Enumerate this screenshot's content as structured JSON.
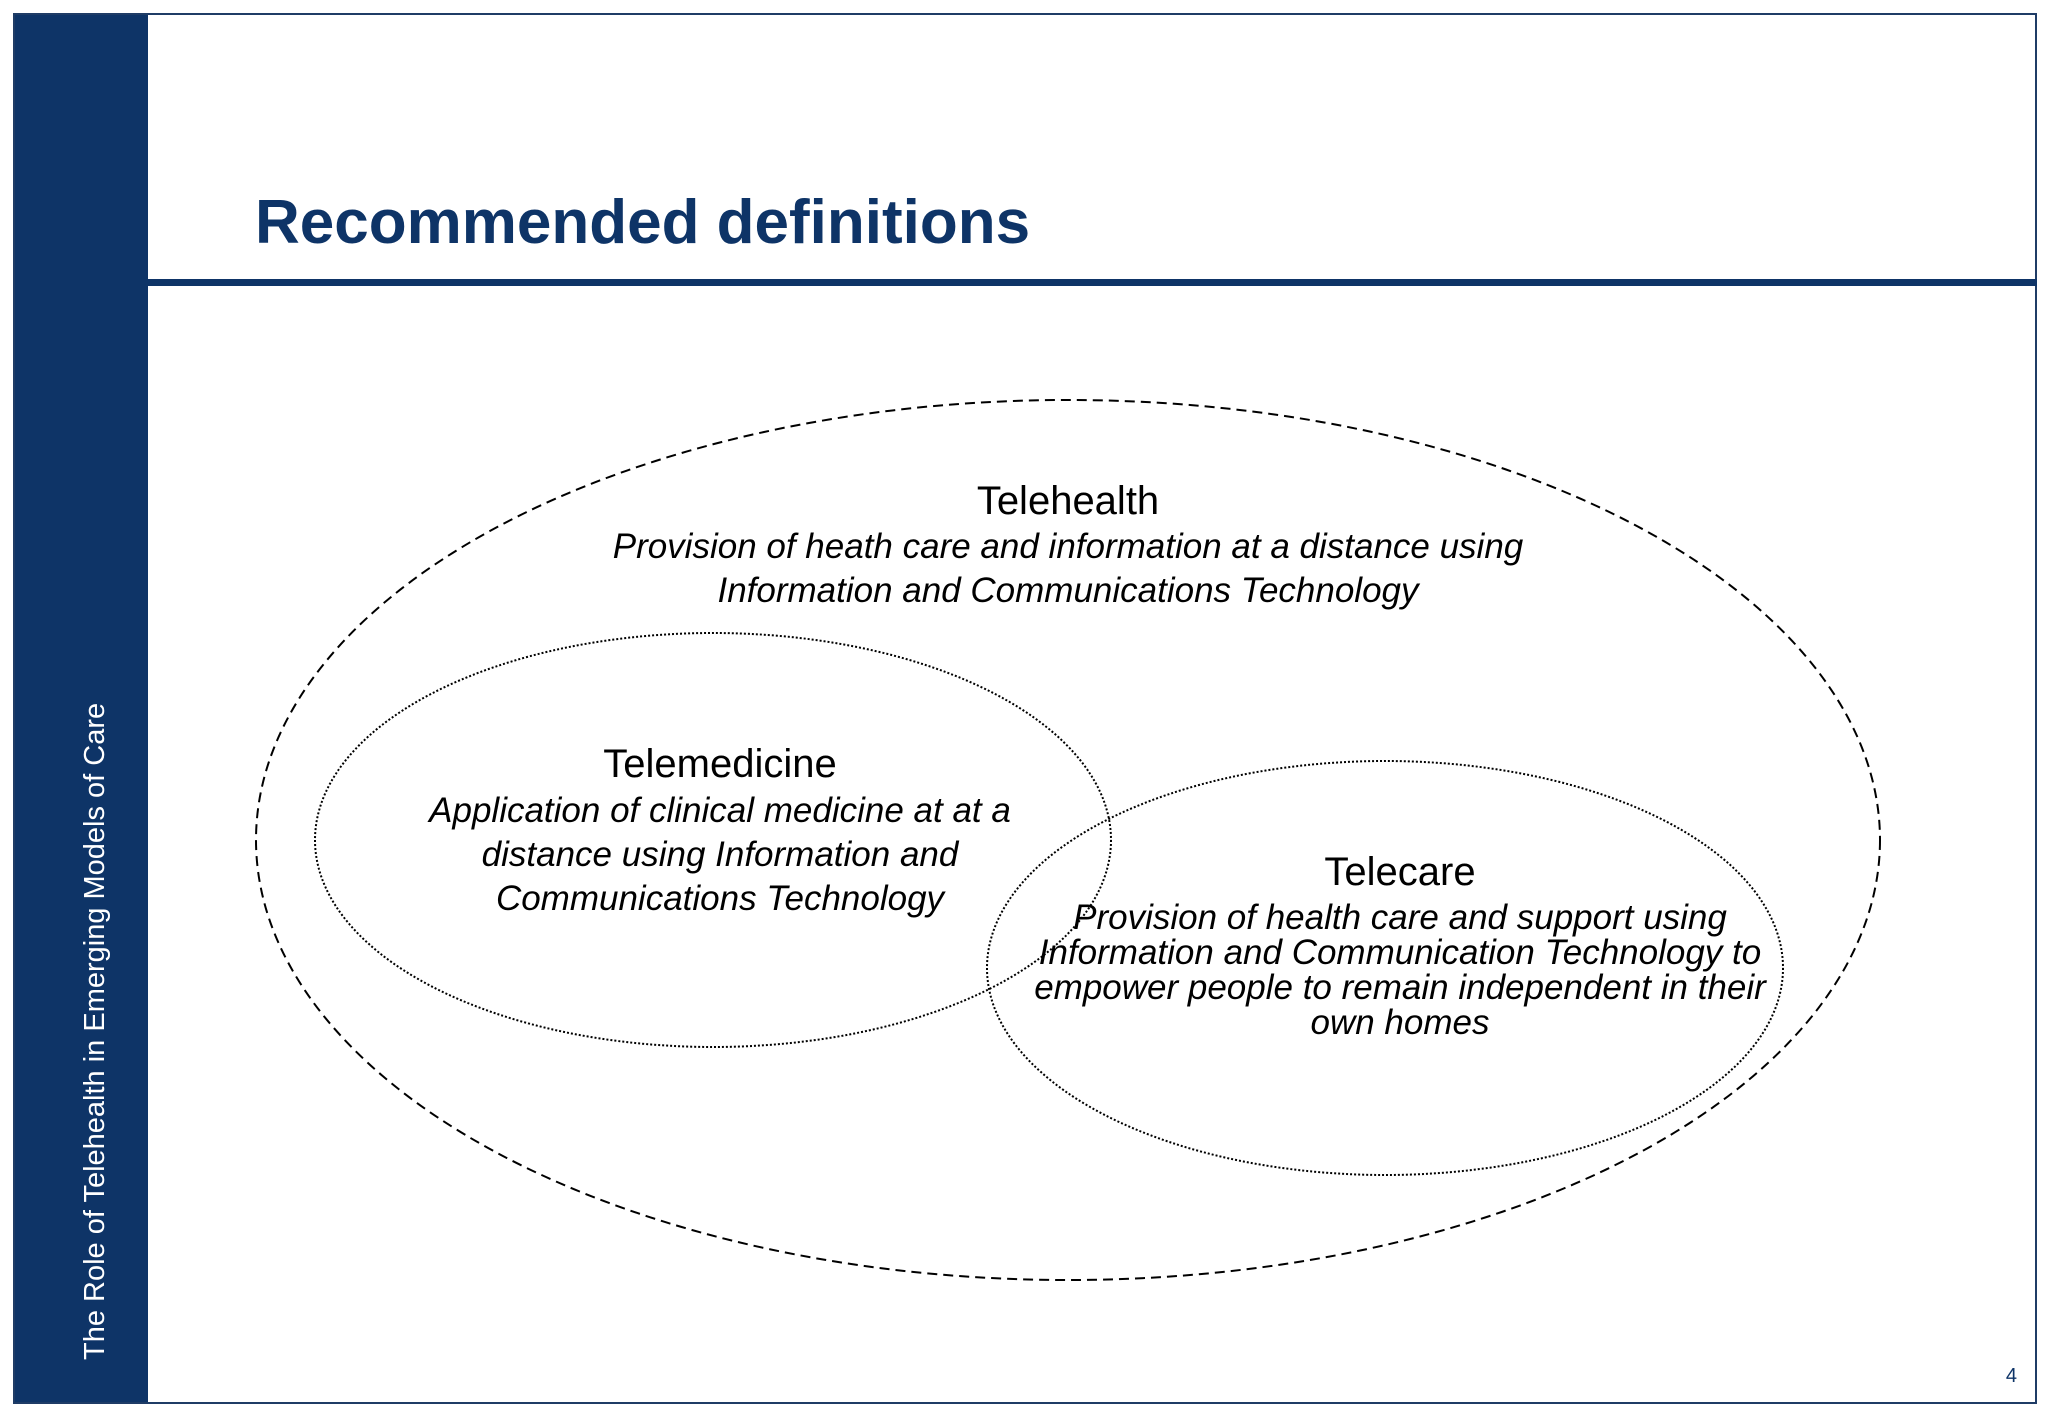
{
  "sidebar": {
    "text": "The Role of Telehealth in Emerging Models of Care"
  },
  "header": {
    "title": "Recommended definitions"
  },
  "footer": {
    "page_number": "4"
  },
  "diagram": {
    "telehealth": {
      "title": "Telehealth",
      "description": "Provision of heath care and information at a distance using Information and Communications Technology"
    },
    "telemedicine": {
      "title": "Telemedicine",
      "description": "Application of clinical medicine at at a distance using Information and Communications Technology"
    },
    "telecare": {
      "title": "Telecare",
      "description": "Provision of health care and support using Information and Communication Technology to empower people to remain independent in their own homes"
    }
  },
  "colors": {
    "brand_navy": "#0e3467",
    "outline": "#000000"
  }
}
